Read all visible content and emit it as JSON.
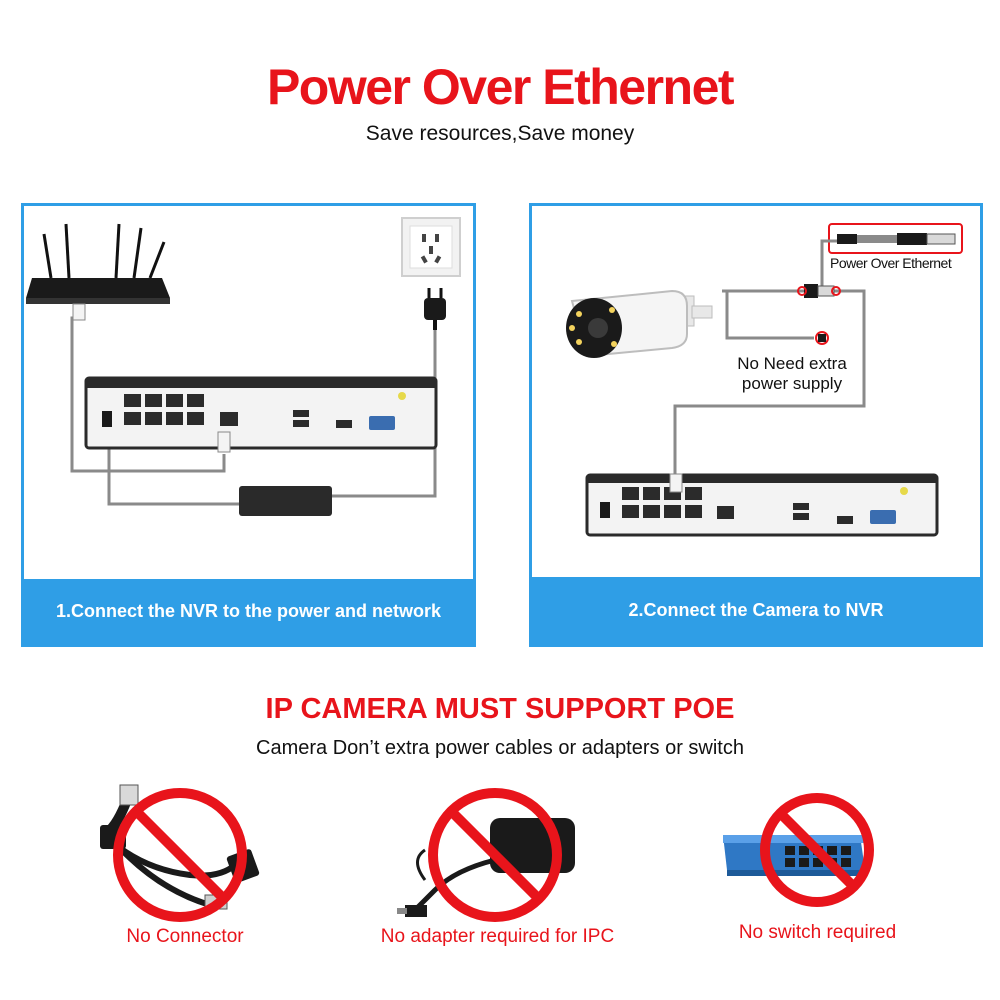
{
  "header": {
    "title": "Power Over Ethernet",
    "subtitle": "Save resources,Save money"
  },
  "panels": [
    {
      "caption": "1.Connect the NVR to the power and network"
    },
    {
      "caption": "2.Connect the Camera to NVR",
      "poe_label": "Power Over Ethernet",
      "note_line1": "No Need extra",
      "note_line2": "power supply"
    }
  ],
  "poe_section": {
    "title": "IP CAMERA MUST SUPPORT POE",
    "subtitle": "Camera Don’t extra power cables or adapters or switch"
  },
  "not_required": [
    {
      "label": "No Connector"
    },
    {
      "label": "No adapter required for IPC"
    },
    {
      "label": "No switch required"
    }
  ],
  "colors": {
    "accent_red": "#e8141b",
    "panel_blue": "#2f9ee6",
    "cable_gray": "#8a8a8a"
  }
}
